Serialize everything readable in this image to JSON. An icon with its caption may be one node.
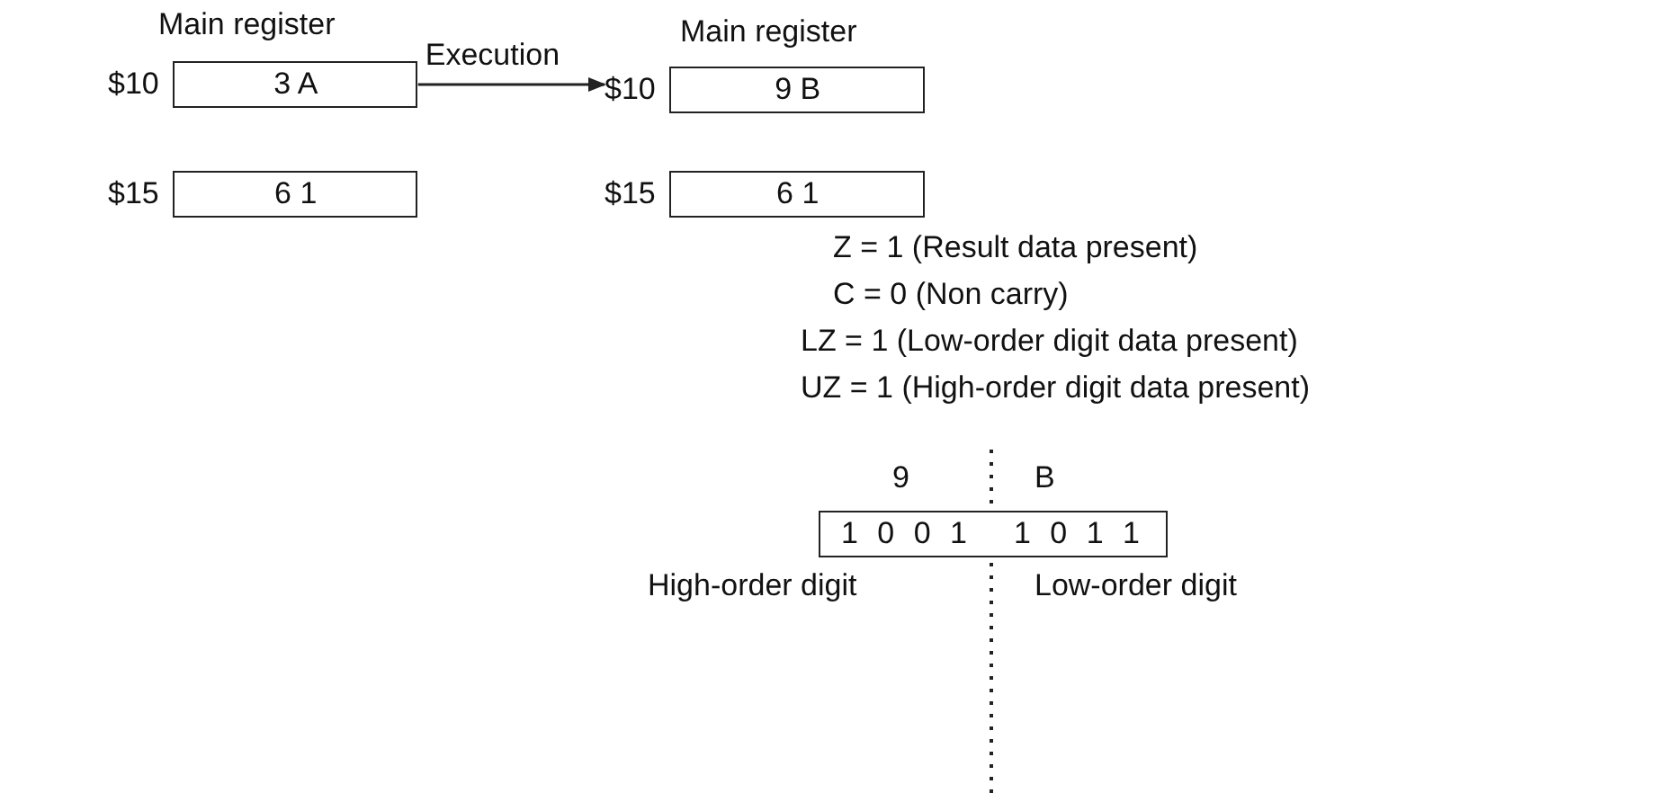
{
  "diagram": {
    "nodes": [
      {
        "text": [
          "3 A"
        ],
        "beside": [
          "$10"
        ]
      },
      {
        "text": [
          "6 1"
        ],
        "beside": [
          "$15"
        ]
      },
      {
        "text": [
          "9 B"
        ],
        "beside": [
          "$10"
        ]
      },
      {
        "text": [
          "6 1"
        ],
        "beside": [
          "$15"
        ]
      },
      {
        "text": [
          "1 0 0 1",
          "1 0 1 1"
        ]
      }
    ],
    "edges": [
      {
        "from": 0,
        "to": 2,
        "arrow": "to",
        "label": "Execution"
      }
    ],
    "labels": [
      "Main register",
      "Main register",
      "Z = 1 (Result data present)",
      "C = 0 (Non carry)",
      "LZ = 1 (Low-order digit data present)",
      "UZ = 1 (High-order digit data present)",
      "9",
      "B",
      "High-order digit",
      "Low-order digit"
    ]
  }
}
